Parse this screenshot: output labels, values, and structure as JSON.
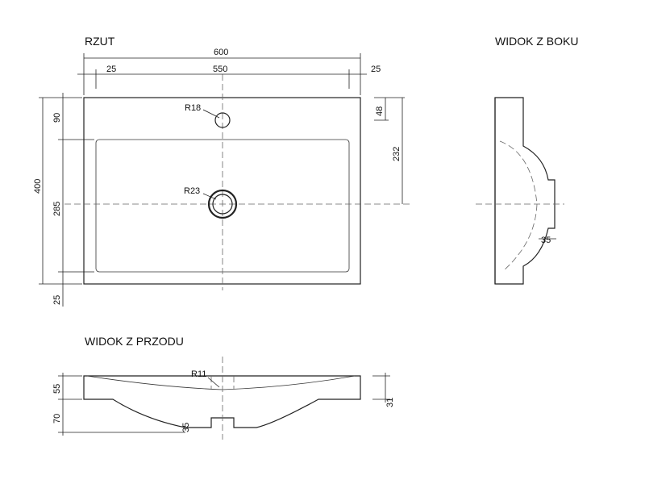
{
  "views": {
    "top": "RZUT",
    "side": "WIDOK Z BOKU",
    "front": "WIDOK Z PRZODU"
  },
  "dims": {
    "width_total": "600",
    "rim_left": "25",
    "inner_width": "550",
    "rim_right": "25",
    "depth_total": "400",
    "rear_top": "90",
    "front_to_drain": "285",
    "front_rim": "25",
    "tap_offset": "48",
    "drain_offset": "232",
    "tap_radius": "R18",
    "drain_radius": "R23",
    "side_drain": "35",
    "front_tap_radius": "R11",
    "front_top_height": "55",
    "front_bowl_height": "70",
    "front_drain": "35",
    "front_right": "31"
  }
}
